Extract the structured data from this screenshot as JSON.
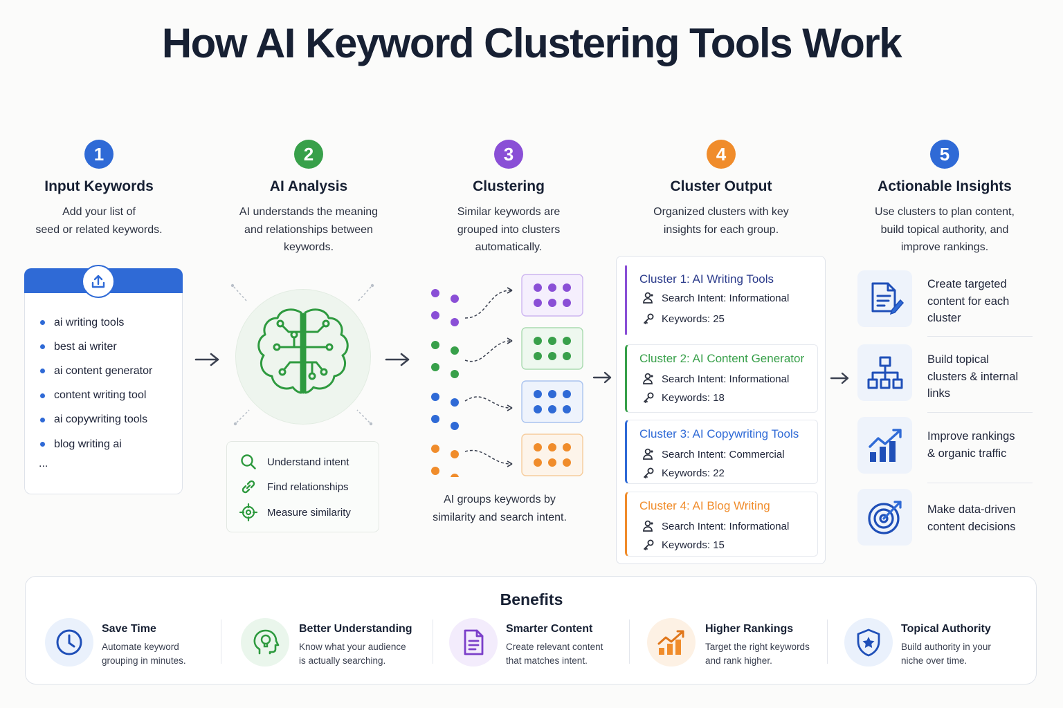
{
  "title": "How AI Keyword Clustering Tools Work",
  "steps": [
    {
      "num": "1",
      "name": "Input Keywords",
      "desc": "Add your list of\nseed or related keywords.",
      "color": "#2f6ad6"
    },
    {
      "num": "2",
      "name": "AI Analysis",
      "desc": "AI understands the meaning\nand relationships between\nkeywords.",
      "color": "#38a04a"
    },
    {
      "num": "3",
      "name": "Clustering",
      "desc": "Similar keywords are\ngrouped into clusters\nautomatically.",
      "color": "#8a4fd6"
    },
    {
      "num": "4",
      "name": "Cluster Output",
      "desc": "Organized clusters with key\ninsights for each group.",
      "color": "#f08c2b"
    },
    {
      "num": "5",
      "name": "Actionable Insights",
      "desc": "Use clusters to plan content,\nbuild topical authority, and\nimprove rankings.",
      "color": "#2f6ad6"
    }
  ],
  "input": {
    "keywords": [
      "ai writing tools",
      "best ai writer",
      "ai content generator",
      "content writing tool",
      "ai copywriting tools",
      "blog writing ai"
    ],
    "more": "..."
  },
  "analysis": {
    "items": [
      {
        "label": "Understand intent",
        "icon": "search-icon"
      },
      {
        "label": "Find relationships",
        "icon": "link-icon"
      },
      {
        "label": "Measure similarity",
        "icon": "target-icon"
      }
    ]
  },
  "clustering": {
    "caption": "AI groups keywords by\nsimilarity and search intent.",
    "colors": [
      "#8a4fd6",
      "#38a04a",
      "#2f6ad6",
      "#f08c2b"
    ]
  },
  "clusters": [
    {
      "title": "Cluster 1: AI Writing Tools",
      "intent": "Search Intent: Informational",
      "keywords": "Keywords: 25",
      "color": "#8a4fd6"
    },
    {
      "title": "Cluster 2: AI Content Generator",
      "intent": "Search Intent: Informational",
      "keywords": "Keywords: 18",
      "color": "#38a04a"
    },
    {
      "title": "Cluster 3: AI Copywriting Tools",
      "intent": "Search Intent: Commercial",
      "keywords": "Keywords: 22",
      "color": "#2f6ad6"
    },
    {
      "title": "Cluster 4: AI Blog Writing",
      "intent": "Search Intent: Informational",
      "keywords": "Keywords: 15",
      "color": "#f08c2b"
    }
  ],
  "insights": [
    {
      "text": "Create targeted\ncontent for each\ncluster",
      "icon": "document-edit-icon"
    },
    {
      "text": "Build topical\nclusters & internal\nlinks",
      "icon": "sitemap-icon"
    },
    {
      "text": "Improve rankings\n& organic traffic",
      "icon": "growth-chart-icon"
    },
    {
      "text": "Make data-driven\ncontent decisions",
      "icon": "target-arrow-icon"
    }
  ],
  "benefits": {
    "title": "Benefits",
    "items": [
      {
        "title": "Save Time",
        "desc": "Automate keyword\ngrouping in minutes.",
        "icon": "clock-icon",
        "color": "#2f6ad6",
        "bg": "#eaf1fc"
      },
      {
        "title": "Better Understanding",
        "desc": "Know what your audience\nis actually searching.",
        "icon": "head-bulb-icon",
        "color": "#38a04a",
        "bg": "#eaf6ec"
      },
      {
        "title": "Smarter Content",
        "desc": "Create relevant content\nthat matches intent.",
        "icon": "document-icon",
        "color": "#8a4fd6",
        "bg": "#f3ecfc"
      },
      {
        "title": "Higher Rankings",
        "desc": "Target the right keywords\nand rank higher.",
        "icon": "growth-chart-icon",
        "color": "#f08c2b",
        "bg": "#fdf1e4"
      },
      {
        "title": "Topical Authority",
        "desc": "Build authority in your\nniche over time.",
        "icon": "shield-star-icon",
        "color": "#2f6ad6",
        "bg": "#eaf1fc"
      }
    ]
  }
}
